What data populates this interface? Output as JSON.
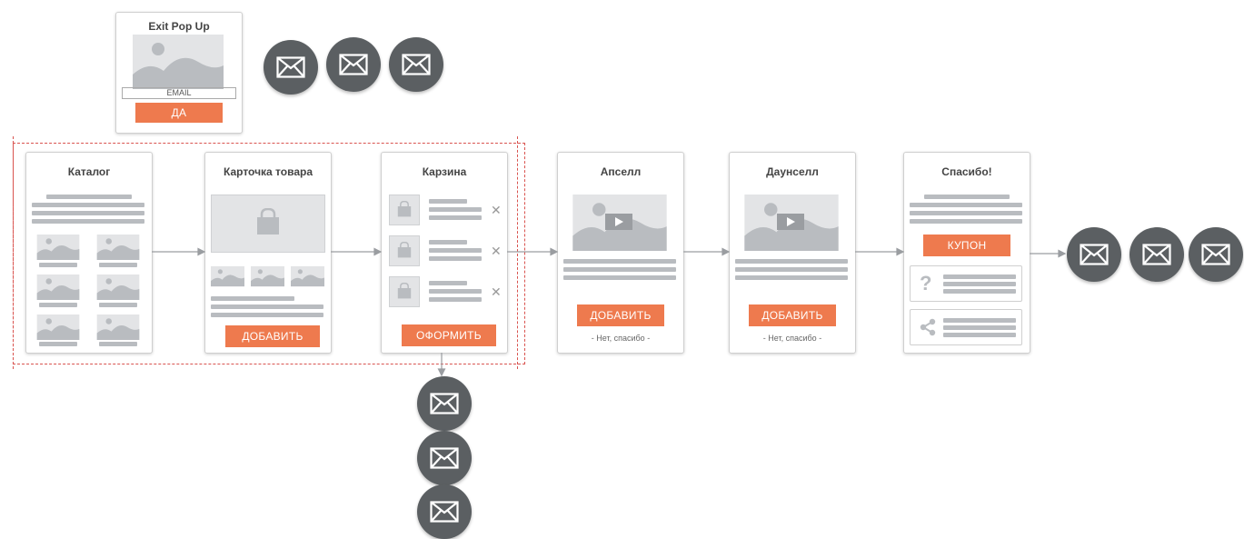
{
  "popup": {
    "title": "Exit Pop Up",
    "email": "EMAIL",
    "button": "ДА"
  },
  "stages": {
    "catalog": {
      "title": "Каталог"
    },
    "product": {
      "title": "Карточка товара",
      "button": "ДОБАВИТЬ"
    },
    "cart": {
      "title": "Карзина",
      "button": "ОФОРМИТЬ"
    },
    "upsell": {
      "title": "Апселл",
      "button": "ДОБАВИТЬ",
      "decline": "- Нет, спасибо -"
    },
    "downsell": {
      "title": "Даунселл",
      "button": "ДОБАВИТЬ",
      "decline": "- Нет, спасибо -"
    },
    "thanks": {
      "title": "Спасибо!",
      "button": "КУПОН"
    }
  },
  "colors": {
    "accent": "#ee7a4e",
    "mail_circle": "#5b5f62",
    "placeholder": "#b9bcc0",
    "funnel_outline": "#d9534f"
  },
  "icons": [
    "envelope-icon",
    "image-placeholder-icon",
    "shopping-bag-icon",
    "play-icon",
    "close-icon",
    "question-icon",
    "share-icon"
  ]
}
